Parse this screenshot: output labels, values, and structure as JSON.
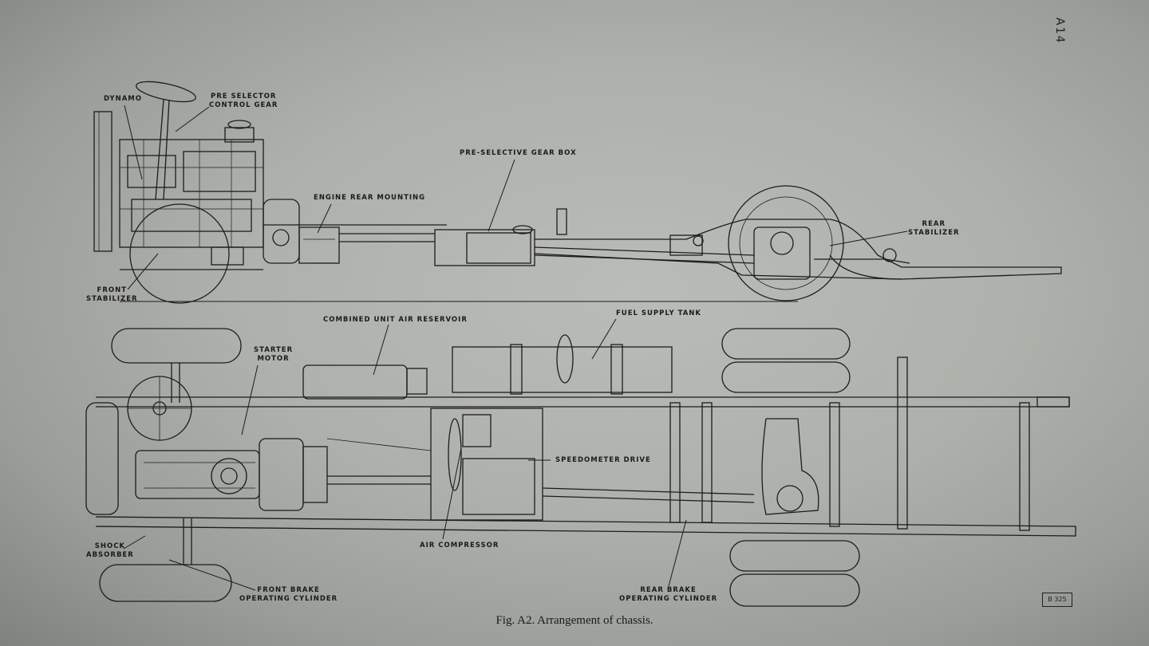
{
  "page_number": "A14",
  "caption": "Fig. A2.   Arrangement of chassis.",
  "reference_code": "B 325",
  "side_view_labels": {
    "dynamo": "DYNAMO",
    "pre_selector_1": "PRE SELECTOR",
    "pre_selector_2": "CONTROL GEAR",
    "gear_box": "PRE-SELECTIVE GEAR BOX",
    "engine_mount": "ENGINE REAR MOUNTING",
    "rear_stab_1": "REAR",
    "rear_stab_2": "STABILIZER",
    "front_stab_1": "FRONT",
    "front_stab_2": "STABILIZER"
  },
  "plan_view_labels": {
    "air_reservoir": "COMBINED UNIT AIR RESERVOIR",
    "fuel_tank": "FUEL SUPPLY TANK",
    "starter_1": "STARTER",
    "starter_2": "MOTOR",
    "speedometer": "SPEEDOMETER DRIVE",
    "shock_1": "SHOCK",
    "shock_2": "ABSORBER",
    "air_compressor": "AIR COMPRESSOR",
    "front_brake_1": "FRONT BRAKE",
    "front_brake_2": "OPERATING CYLINDER",
    "rear_brake_1": "REAR BRAKE",
    "rear_brake_2": "OPERATING CYLINDER"
  }
}
